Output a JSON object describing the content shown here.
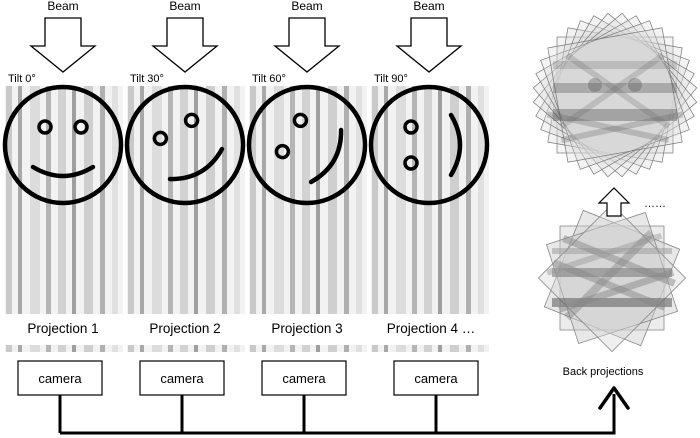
{
  "beam_label": "Beam",
  "panels": [
    {
      "tilt": "Tilt 0°",
      "angle": 0,
      "projection": "Projection 1"
    },
    {
      "tilt": "Tilt 30°",
      "angle": 30,
      "projection": "Projection 2"
    },
    {
      "tilt": "Tilt 60°",
      "angle": 60,
      "projection": "Projection 3"
    },
    {
      "tilt": "Tilt 90°",
      "angle": 90,
      "projection": "Projection 4 …"
    }
  ],
  "camera_label": "camera",
  "back_projections_label": "Back projections",
  "ellipsis": "……",
  "colors": {
    "ink": "#000000",
    "stripe_dark": "#9a9a9a",
    "stripe_mid": "#c4c4c4",
    "stripe_light": "#e3e3e3"
  }
}
